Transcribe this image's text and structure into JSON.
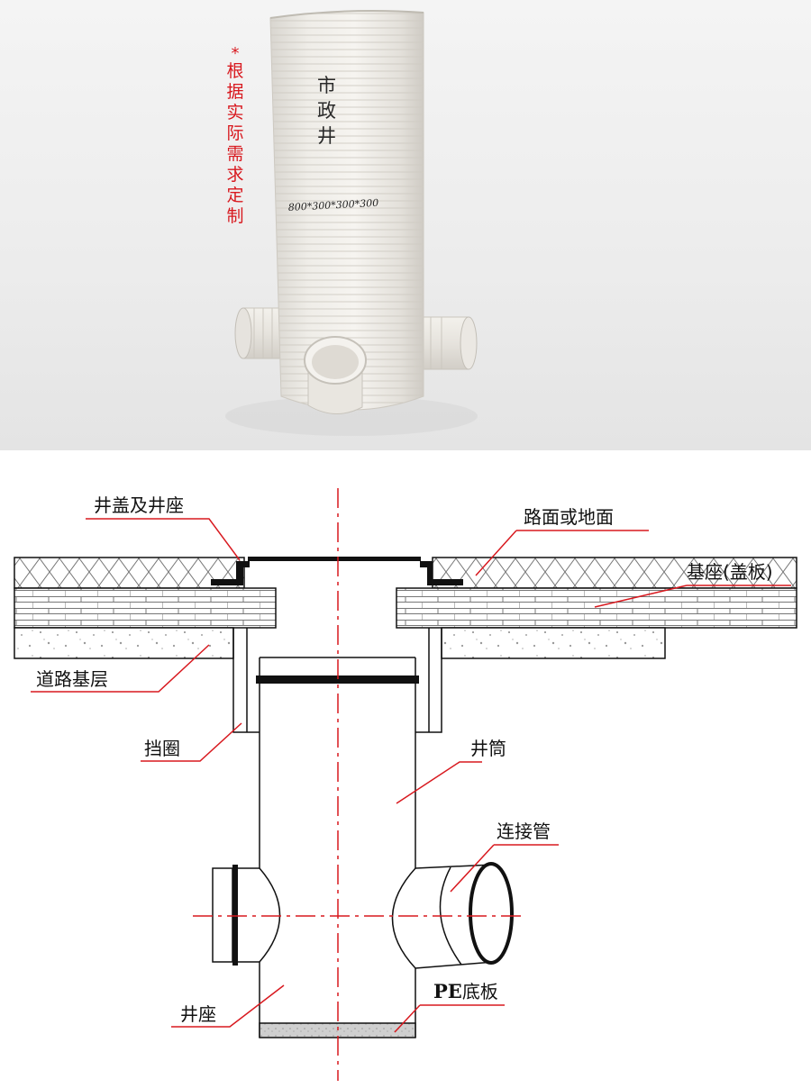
{
  "photo": {
    "side_note_star": "*",
    "side_note": "根据实际需求定制",
    "pipe_label": "市政井",
    "pipe_dimensions": "800*300*300*300"
  },
  "diagram": {
    "labels": {
      "cover_and_seat": "井盖及井座",
      "road_surface": "路面或地面",
      "base_cover_plate": "基座(盖板)",
      "road_base_layer": "道路基层",
      "retaining_ring": "挡圈",
      "well_shaft": "井筒",
      "connecting_pipe": "连接管",
      "well_base": "井座",
      "pe_bottom_prefix": "PE",
      "pe_bottom": "底板"
    },
    "colors": {
      "leader": "#d8191f",
      "centerline": "#d8191f",
      "outline": "#111111"
    }
  }
}
